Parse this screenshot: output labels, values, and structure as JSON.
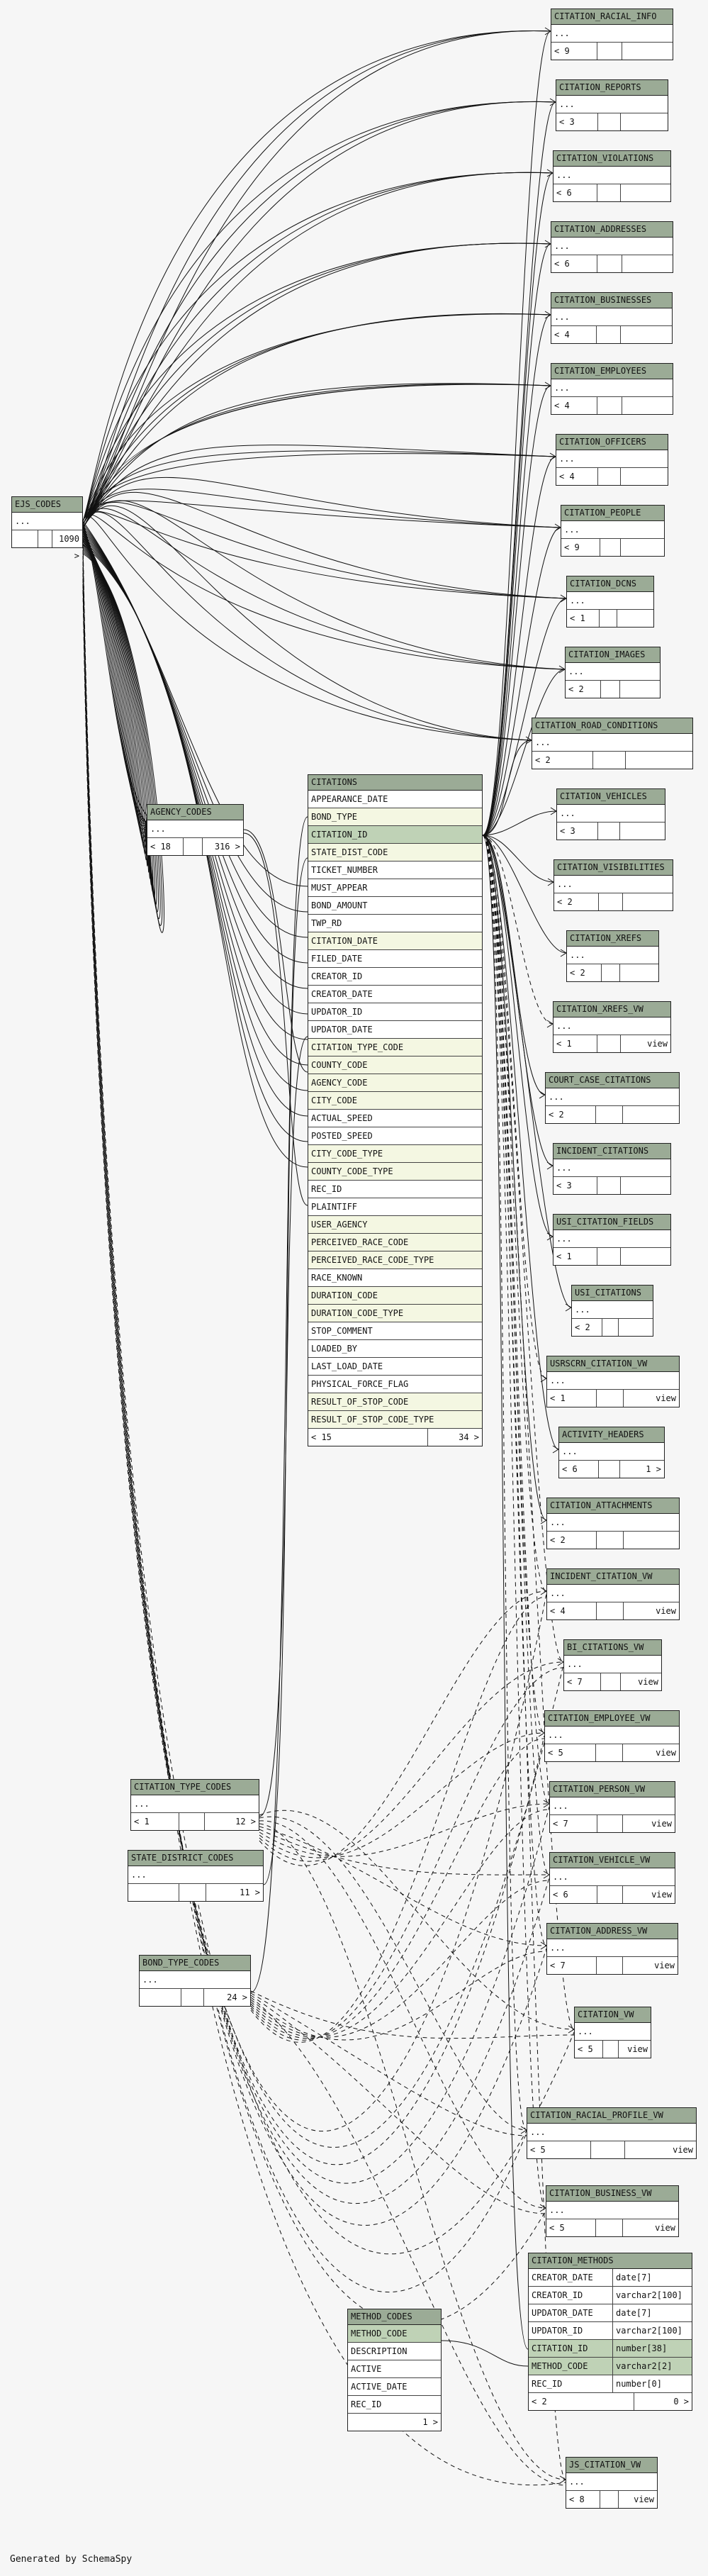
{
  "footer": "Generated by SchemaSpy",
  "ellipsis": "...",
  "citations": {
    "title": "CITATIONS",
    "columns": [
      "APPEARANCE_DATE",
      "BOND_TYPE",
      "CITATION_ID",
      "STATE_DIST_CODE",
      "TICKET_NUMBER",
      "MUST_APPEAR",
      "BOND_AMOUNT",
      "TWP_RD",
      "CITATION_DATE",
      "FILED_DATE",
      "CREATOR_ID",
      "CREATOR_DATE",
      "UPDATOR_ID",
      "UPDATOR_DATE",
      "CITATION_TYPE_CODE",
      "COUNTY_CODE",
      "AGENCY_CODE",
      "CITY_CODE",
      "ACTUAL_SPEED",
      "POSTED_SPEED",
      "CITY_CODE_TYPE",
      "COUNTY_CODE_TYPE",
      "REC_ID",
      "PLAINTIFF",
      "USER_AGENCY",
      "PERCEIVED_RACE_CODE",
      "PERCEIVED_RACE_CODE_TYPE",
      "RACE_KNOWN",
      "DURATION_CODE",
      "DURATION_CODE_TYPE",
      "STOP_COMMENT",
      "LOADED_BY",
      "LAST_LOAD_DATE",
      "PHYSICAL_FORCE_FLAG",
      "RESULT_OF_STOP_CODE",
      "RESULT_OF_STOP_CODE_TYPE"
    ],
    "foot": [
      "< 15",
      "34 >"
    ]
  },
  "citation_methods": {
    "title": "CITATION_METHODS",
    "columns": [
      [
        "CREATOR_DATE",
        "date[7]"
      ],
      [
        "CREATOR_ID",
        "varchar2[100]"
      ],
      [
        "UPDATOR_DATE",
        "date[7]"
      ],
      [
        "UPDATOR_ID",
        "varchar2[100]"
      ],
      [
        "CITATION_ID",
        "number[38]"
      ],
      [
        "METHOD_CODE",
        "varchar2[2]"
      ],
      [
        "REC_ID",
        "number[0]"
      ]
    ],
    "foot": [
      "< 2",
      "0 >"
    ]
  },
  "method_codes": {
    "title": "METHOD_CODES",
    "columns": [
      "METHOD_CODE",
      "DESCRIPTION",
      "ACTIVE",
      "ACTIVE_DATE",
      "REC_ID"
    ],
    "foot": [
      "1 >"
    ]
  },
  "small_tables": [
    {
      "key": "ejs_codes",
      "title": "EJS_CODES",
      "foot": [
        "",
        "1090 >"
      ]
    },
    {
      "key": "agency_codes",
      "title": "AGENCY_CODES",
      "foot": [
        "< 18",
        "316 >"
      ]
    },
    {
      "key": "citation_type_codes",
      "title": "CITATION_TYPE_CODES",
      "foot": [
        "< 1",
        "12 >"
      ]
    },
    {
      "key": "state_district_codes",
      "title": "STATE_DISTRICT_CODES",
      "foot": [
        "",
        "11 >"
      ]
    },
    {
      "key": "bond_type_codes",
      "title": "BOND_TYPE_CODES",
      "foot": [
        "",
        "24 >"
      ]
    },
    {
      "key": "citation_racial_info",
      "title": "CITATION_RACIAL_INFO",
      "foot": [
        "< 9",
        ""
      ]
    },
    {
      "key": "citation_reports",
      "title": "CITATION_REPORTS",
      "foot": [
        "< 3",
        ""
      ]
    },
    {
      "key": "citation_violations",
      "title": "CITATION_VIOLATIONS",
      "foot": [
        "< 6",
        ""
      ]
    },
    {
      "key": "citation_addresses",
      "title": "CITATION_ADDRESSES",
      "foot": [
        "< 6",
        ""
      ]
    },
    {
      "key": "citation_businesses",
      "title": "CITATION_BUSINESSES",
      "foot": [
        "< 4",
        ""
      ]
    },
    {
      "key": "citation_employees",
      "title": "CITATION_EMPLOYEES",
      "foot": [
        "< 4",
        ""
      ]
    },
    {
      "key": "citation_officers",
      "title": "CITATION_OFFICERS",
      "foot": [
        "< 4",
        ""
      ]
    },
    {
      "key": "citation_people",
      "title": "CITATION_PEOPLE",
      "foot": [
        "< 9",
        ""
      ]
    },
    {
      "key": "citation_dcns",
      "title": "CITATION_DCNS",
      "foot": [
        "< 1",
        ""
      ]
    },
    {
      "key": "citation_images",
      "title": "CITATION_IMAGES",
      "foot": [
        "< 2",
        ""
      ]
    },
    {
      "key": "citation_road_conditions",
      "title": "CITATION_ROAD_CONDITIONS",
      "foot": [
        "< 2",
        ""
      ]
    },
    {
      "key": "citation_vehicles",
      "title": "CITATION_VEHICLES",
      "foot": [
        "< 3",
        ""
      ]
    },
    {
      "key": "citation_visibilities",
      "title": "CITATION_VISIBILITIES",
      "foot": [
        "< 2",
        ""
      ]
    },
    {
      "key": "citation_xrefs",
      "title": "CITATION_XREFS",
      "foot": [
        "< 2",
        ""
      ]
    },
    {
      "key": "citation_xrefs_vw",
      "title": "CITATION_XREFS_VW",
      "foot": [
        "< 1",
        "view"
      ]
    },
    {
      "key": "court_case_citations",
      "title": "COURT_CASE_CITATIONS",
      "foot": [
        "< 2",
        ""
      ]
    },
    {
      "key": "incident_citations",
      "title": "INCIDENT_CITATIONS",
      "foot": [
        "< 3",
        ""
      ]
    },
    {
      "key": "usi_citation_fields",
      "title": "USI_CITATION_FIELDS",
      "foot": [
        "< 1",
        ""
      ]
    },
    {
      "key": "usi_citations",
      "title": "USI_CITATIONS",
      "foot": [
        "< 2",
        ""
      ]
    },
    {
      "key": "usrscrn_citation_vw",
      "title": "USRSCRN_CITATION_VW",
      "foot": [
        "< 1",
        "view"
      ]
    },
    {
      "key": "activity_headers",
      "title": "ACTIVITY_HEADERS",
      "foot": [
        "< 6",
        "1 >"
      ]
    },
    {
      "key": "citation_attachments",
      "title": "CITATION_ATTACHMENTS",
      "foot": [
        "< 2",
        ""
      ]
    },
    {
      "key": "incident_citation_vw",
      "title": "INCIDENT_CITATION_VW",
      "foot": [
        "< 4",
        "view"
      ]
    },
    {
      "key": "bi_citations_vw",
      "title": "BI_CITATIONS_VW",
      "foot": [
        "< 7",
        "view"
      ]
    },
    {
      "key": "citation_employee_vw",
      "title": "CITATION_EMPLOYEE_VW",
      "foot": [
        "< 5",
        "view"
      ]
    },
    {
      "key": "citation_person_vw",
      "title": "CITATION_PERSON_VW",
      "foot": [
        "< 7",
        "view"
      ]
    },
    {
      "key": "citation_vehicle_vw",
      "title": "CITATION_VEHICLE_VW",
      "foot": [
        "< 6",
        "view"
      ]
    },
    {
      "key": "citation_address_vw",
      "title": "CITATION_ADDRESS_VW",
      "foot": [
        "< 7",
        "view"
      ]
    },
    {
      "key": "citation_vw",
      "title": "CITATION_VW",
      "foot": [
        "< 5",
        "view"
      ]
    },
    {
      "key": "citation_racial_profile_vw",
      "title": "CITATION_RACIAL_PROFILE_VW",
      "foot": [
        "< 5",
        "view"
      ]
    },
    {
      "key": "citation_business_vw",
      "title": "CITATION_BUSINESS_VW",
      "foot": [
        "< 5",
        "view"
      ]
    },
    {
      "key": "js_citation_vw",
      "title": "JS_CITATION_VW",
      "foot": [
        "< 8",
        "view"
      ]
    }
  ],
  "colors": {
    "header": "#9bab96",
    "pk": "#bfd2b6",
    "fk": "#f4f7e2",
    "background": "#f6f6f6",
    "line": "#111111"
  }
}
